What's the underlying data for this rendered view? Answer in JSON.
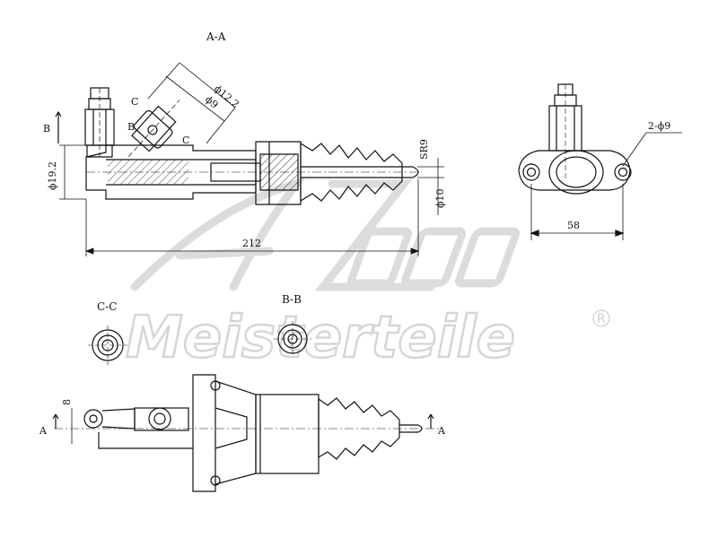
{
  "section_labels": {
    "a_a": "A-A",
    "c_c": "C-C",
    "b_b": "B-B",
    "marker_a": "A",
    "marker_b": "B",
    "marker_c": "C"
  },
  "dimensions": {
    "bore_diameter": "ϕ19.2",
    "pipe_outer": "ϕ12.2",
    "pipe_inner": "ϕ9",
    "rod_sphere": "SR9",
    "rod_diameter": "ϕ10",
    "overall_length": "212",
    "mount_holes": "2-ϕ9",
    "mount_spacing": "58",
    "end_offset": "8"
  },
  "watermark": {
    "logo": "A.Z.",
    "brand": "Meisterteile",
    "registered": "R"
  },
  "colors": {
    "line": "#111111",
    "watermark": "#d6d6d6"
  }
}
